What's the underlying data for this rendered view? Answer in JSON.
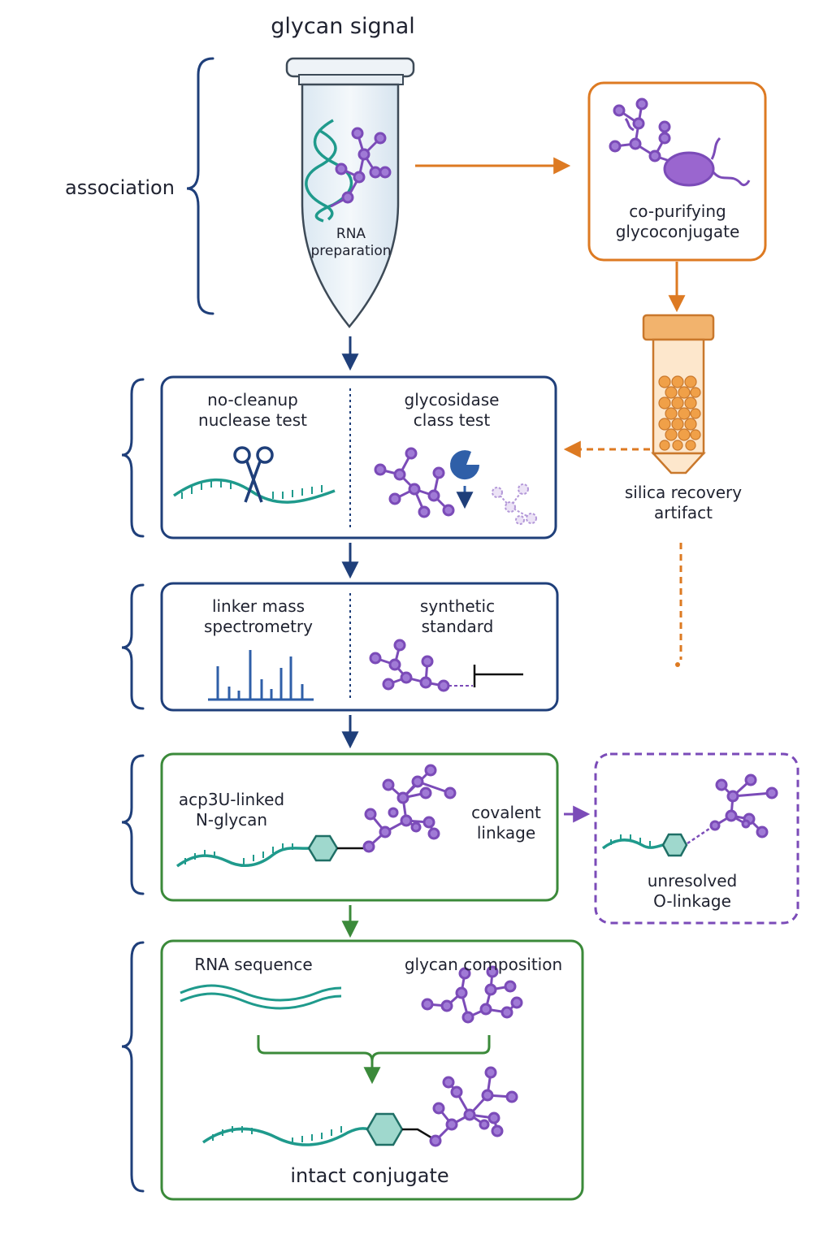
{
  "title": "glycan signal",
  "stage_labels": {
    "association": "association"
  },
  "tube": {
    "label": "RNA\npreparation"
  },
  "copurify": {
    "label": "co-purifying\nglycoconjugate"
  },
  "silica": {
    "label": "silica recovery\nartifact"
  },
  "box1": {
    "left": "no-cleanup\nnuclease test",
    "right": "glycosidase\nclass test"
  },
  "box2": {
    "left": "linker mass\nspectrometry",
    "right": "synthetic\nstandard"
  },
  "box3": {
    "left": "acp3U-linked\nN-glycan",
    "right": "covalent\nlinkage"
  },
  "olink": {
    "label": "unresolved\nO-linkage"
  },
  "box4": {
    "left": "RNA sequence",
    "right": "glycan composition",
    "bottom": "intact conjugate"
  },
  "colors": {
    "navy": "#1f3f7a",
    "orange": "#dd7a22",
    "green": "#3b8a3a",
    "purple": "#7b4bb8",
    "teal": "#1f9a8c",
    "hex_fill": "#9fd8cd"
  },
  "icons": [
    "brace-icon",
    "tube-icon",
    "rna-helix-icon",
    "glycan-icon",
    "arrow-icon",
    "scissors-icon",
    "glycosidase-enzyme-icon",
    "silica-column-icon",
    "mass-spectrum-icon",
    "linker-hexagon-icon"
  ]
}
